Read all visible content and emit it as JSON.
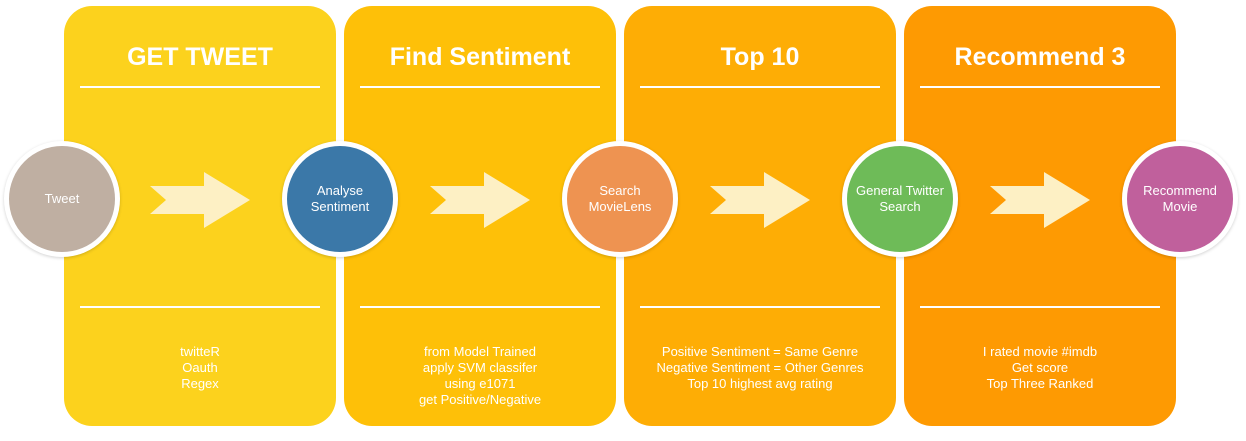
{
  "panels": [
    {
      "title": "GET TWEET",
      "color": "#FCD21D",
      "notes": [
        "twitteR",
        "Oauth",
        "Regex"
      ]
    },
    {
      "title": "Find Sentiment",
      "color": "#FEC008",
      "notes": [
        "from Model Trained",
        "apply SVM classifer",
        "using e1071",
        "get Positive/Negative"
      ]
    },
    {
      "title": "Top 10",
      "color": "#FEAD05",
      "notes": [
        "Positive Sentiment = Same Genre",
        "Negative Sentiment = Other Genres",
        "Top 10 highest avg rating"
      ]
    },
    {
      "title": "Recommend 3",
      "color": "#FE9A02",
      "notes": [
        "I rated movie #imdb",
        "Get score",
        "Top Three Ranked"
      ]
    }
  ],
  "nodes": [
    {
      "lines": [
        "Tweet"
      ],
      "color": "#BFAFA2"
    },
    {
      "lines": [
        "Analyse",
        "Sentiment"
      ],
      "color": "#3B78A8"
    },
    {
      "lines": [
        "Search",
        "MovieLens"
      ],
      "color": "#EE9351"
    },
    {
      "lines": [
        "General Twitter",
        "Search"
      ],
      "color": "#6EBB58"
    },
    {
      "lines": [
        "Recommend",
        "Movie"
      ],
      "color": "#C0609C"
    }
  ],
  "arrow_color": "#FDF0C4",
  "divider_color": "#FFFFFF"
}
